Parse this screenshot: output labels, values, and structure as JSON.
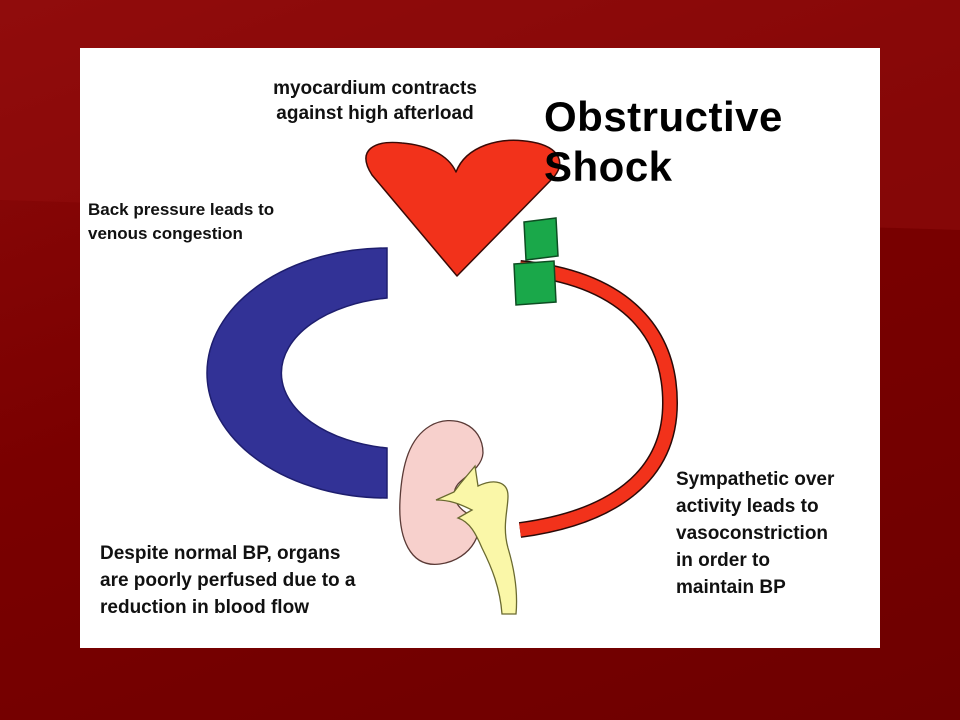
{
  "title": "Obstructive\nShock",
  "labels": {
    "myocardium": "myocardium contracts\nagainst high afterload",
    "back_pressure": "Back pressure leads to\nvenous congestion",
    "sympathetic": "Sympathetic over\nactivity leads to\nvasoconstriction\nin order to\nmaintain BP",
    "perfusion": "Despite normal BP, organs\nare poorly perfused due to a\nreduction in blood flow"
  },
  "colors": {
    "slide_background": "#7a0000",
    "heart": "#f2321b",
    "artery": "#f2321b",
    "vein": "#323296",
    "obstruction": "#1aa84a",
    "kidney": "#f7d0cc",
    "ureter": "#faf7a8"
  },
  "icons": [
    "heart-icon",
    "kidney-icon",
    "obstruction-clamp-icon"
  ]
}
